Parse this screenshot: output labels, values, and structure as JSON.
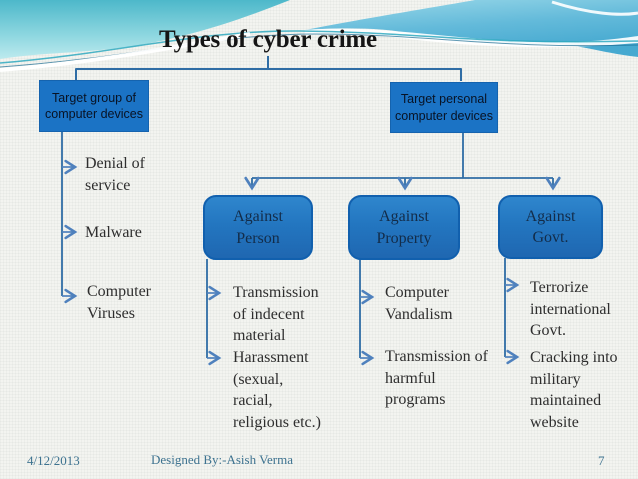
{
  "title": "Types of cyber crime",
  "tree": {
    "left_root": {
      "label": "Target group of computer devices",
      "items": [
        "Denial of service",
        "Malware",
        "Computer Viruses"
      ]
    },
    "right_root": {
      "label": "Target personal computer devices",
      "branches": [
        {
          "label": "Against Person",
          "items": [
            "Transmission of indecent material",
            "Harassment (sexual, racial, religious etc.)"
          ]
        },
        {
          "label": "Against Property",
          "items": [
            "Computer Vandalism",
            "Transmission of harmful programs"
          ]
        },
        {
          "label": "Against Govt.",
          "items": [
            "Terrorize international Govt.",
            "Cracking into military maintained website"
          ]
        }
      ]
    }
  },
  "footer": {
    "date": "4/12/2013",
    "credit": "Designed By:-Asish Verma",
    "slide_number": "7"
  },
  "colors": {
    "rect_node_fill": "#1b73c5",
    "rounded_node_fill": "#2376c0",
    "rounded_node_border": "#1160ae",
    "connector_line": "#2f6da5",
    "arrow": "#4f81bd",
    "footer_text": "#3e7390",
    "header_teal": "#53bccd",
    "header_blue": "#5fb7da"
  }
}
